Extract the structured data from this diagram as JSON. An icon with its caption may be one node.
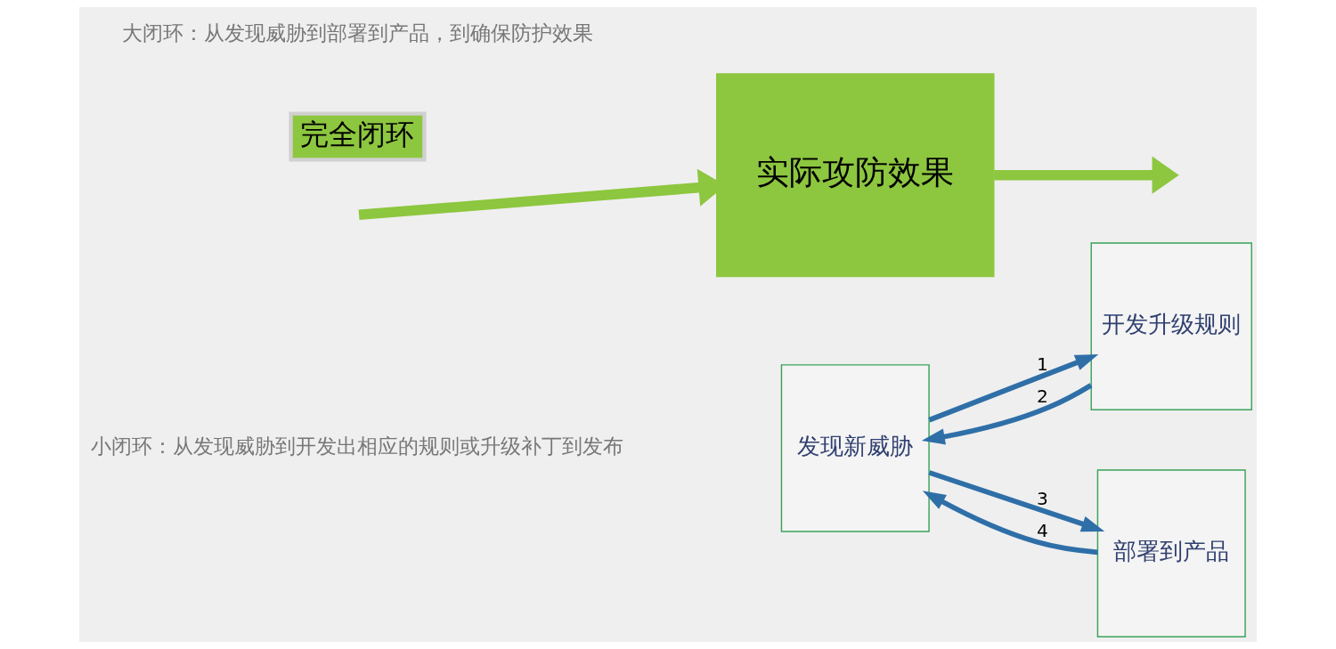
{
  "diagram": {
    "nodes": [
      {
        "text": [
          "发现新威胁"
        ]
      },
      {
        "text": [
          "开发升级规则"
        ]
      },
      {
        "text": [
          "部署到产品"
        ]
      },
      {
        "text": [
          "实际攻防效果"
        ]
      },
      {
        "text": [
          "完全闭环"
        ]
      }
    ],
    "edges": [
      {
        "from": 0,
        "to": 1,
        "arrow": "to",
        "label": "1"
      },
      {
        "from": 1,
        "to": 0,
        "arrow": "to",
        "label": "2"
      },
      {
        "from": 0,
        "to": 2,
        "arrow": "to",
        "label": "3"
      },
      {
        "from": 2,
        "to": 0,
        "arrow": "to",
        "label": "4"
      },
      {
        "from": null,
        "to": 3,
        "arrow": "to",
        "style": "thick",
        "color": "#8dc63f"
      },
      {
        "from": 3,
        "to": null,
        "arrow": "to",
        "style": "thick",
        "color": "#8dc63f"
      }
    ],
    "labels": [
      "小闭环：从发现威胁到开发出相应的规则或升级补丁到发布",
      "大闭环：从发现威胁到部署到产品，到确保防护效果"
    ]
  }
}
